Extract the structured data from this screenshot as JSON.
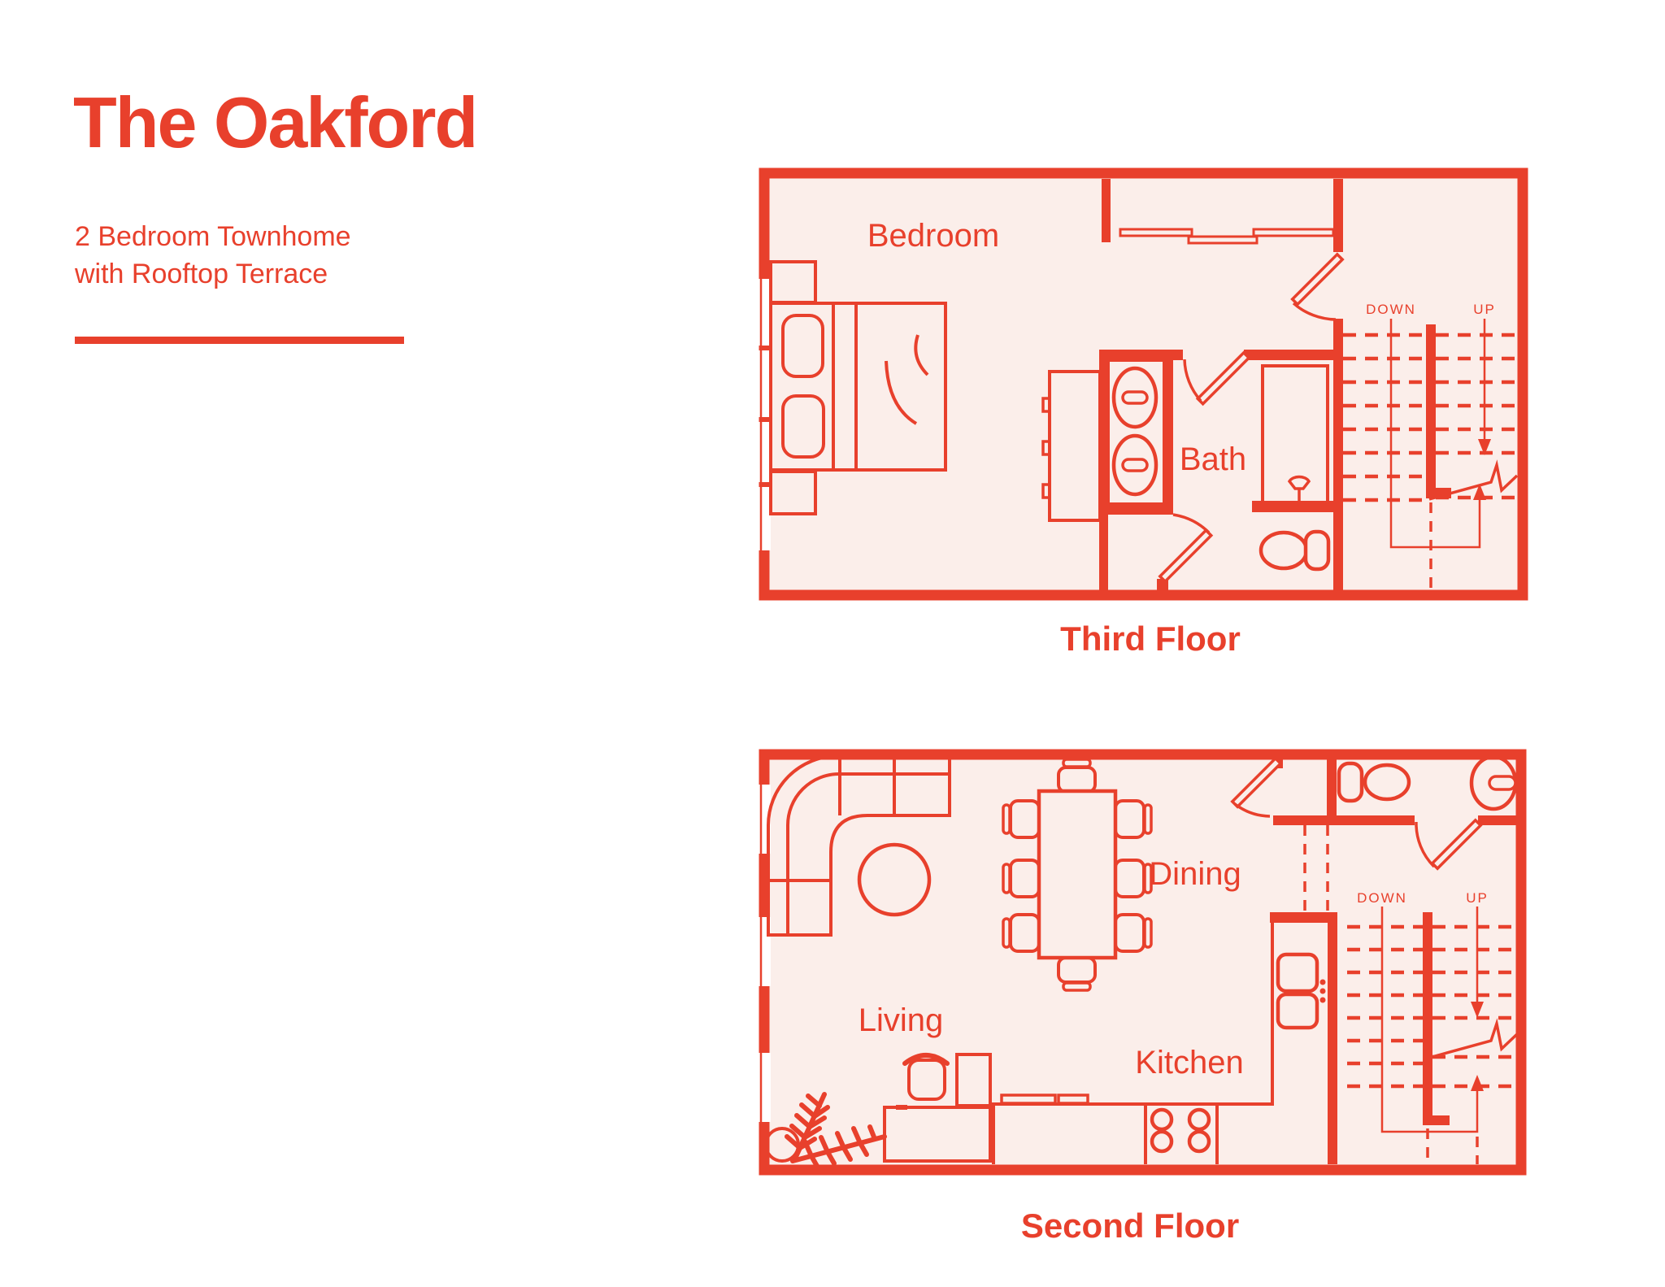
{
  "colors": {
    "accent": "#E8402C",
    "plan_fill": "#FBEEEA",
    "background": "#FFFFFF",
    "window_white": "#FFFFFF"
  },
  "header": {
    "title": "The Oakford",
    "subtitle_line1": "2 Bedroom Townhome",
    "subtitle_line2": "with Rooftop Terrace"
  },
  "floors": [
    {
      "caption": "Third Floor",
      "labels": {
        "bedroom": "Bedroom",
        "bath": "Bath"
      },
      "stairs": {
        "down": "DOWN",
        "up": "UP"
      },
      "icons": [
        "bed",
        "pillow",
        "nightstand",
        "dresser",
        "vanity-sink",
        "shower",
        "toilet",
        "sliding-closet-door",
        "swing-door",
        "stair-treads",
        "window"
      ]
    },
    {
      "caption": "Second Floor",
      "labels": {
        "living": "Living",
        "dining": "Dining",
        "kitchen": "Kitchen"
      },
      "stairs": {
        "down": "DOWN",
        "up": "UP"
      },
      "icons": [
        "sectional-sofa",
        "coffee-table",
        "dining-table",
        "dining-chair",
        "toilet",
        "corner-sink",
        "tv-console",
        "armchair",
        "side-table",
        "potted-plant",
        "kitchen-counter",
        "cooktop-burner",
        "kitchen-sink",
        "swing-door",
        "stair-treads",
        "window"
      ]
    }
  ]
}
